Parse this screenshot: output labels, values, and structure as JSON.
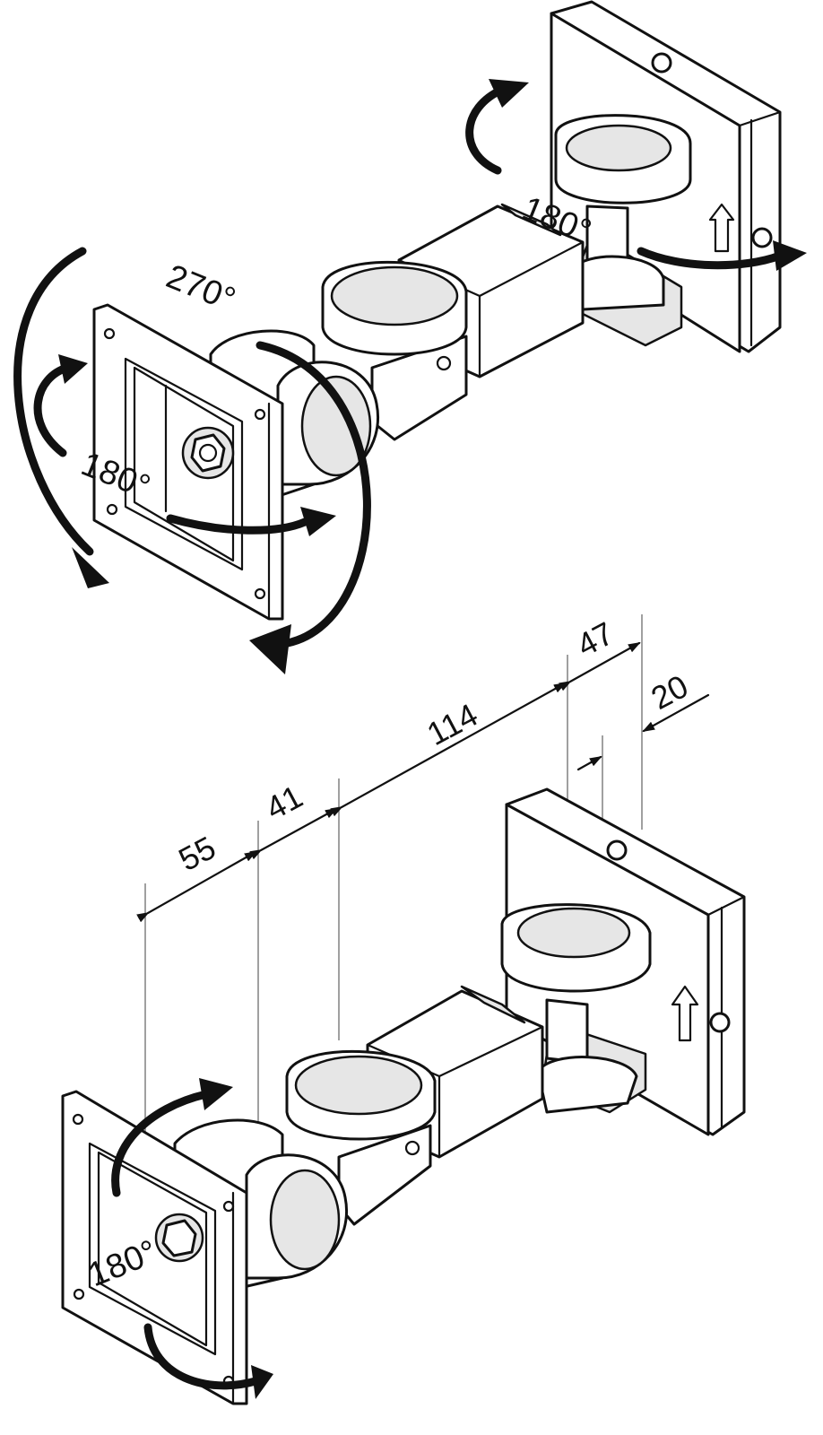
{
  "top_view": {
    "angle_wall_swivel": "180°",
    "angle_tilt": "270°",
    "angle_head_rotate": "180°"
  },
  "bottom_view": {
    "angle_head": "180°",
    "dimensions": {
      "d1": "55",
      "d2": "41",
      "d3": "114",
      "d4": "47",
      "d5": "20"
    }
  }
}
